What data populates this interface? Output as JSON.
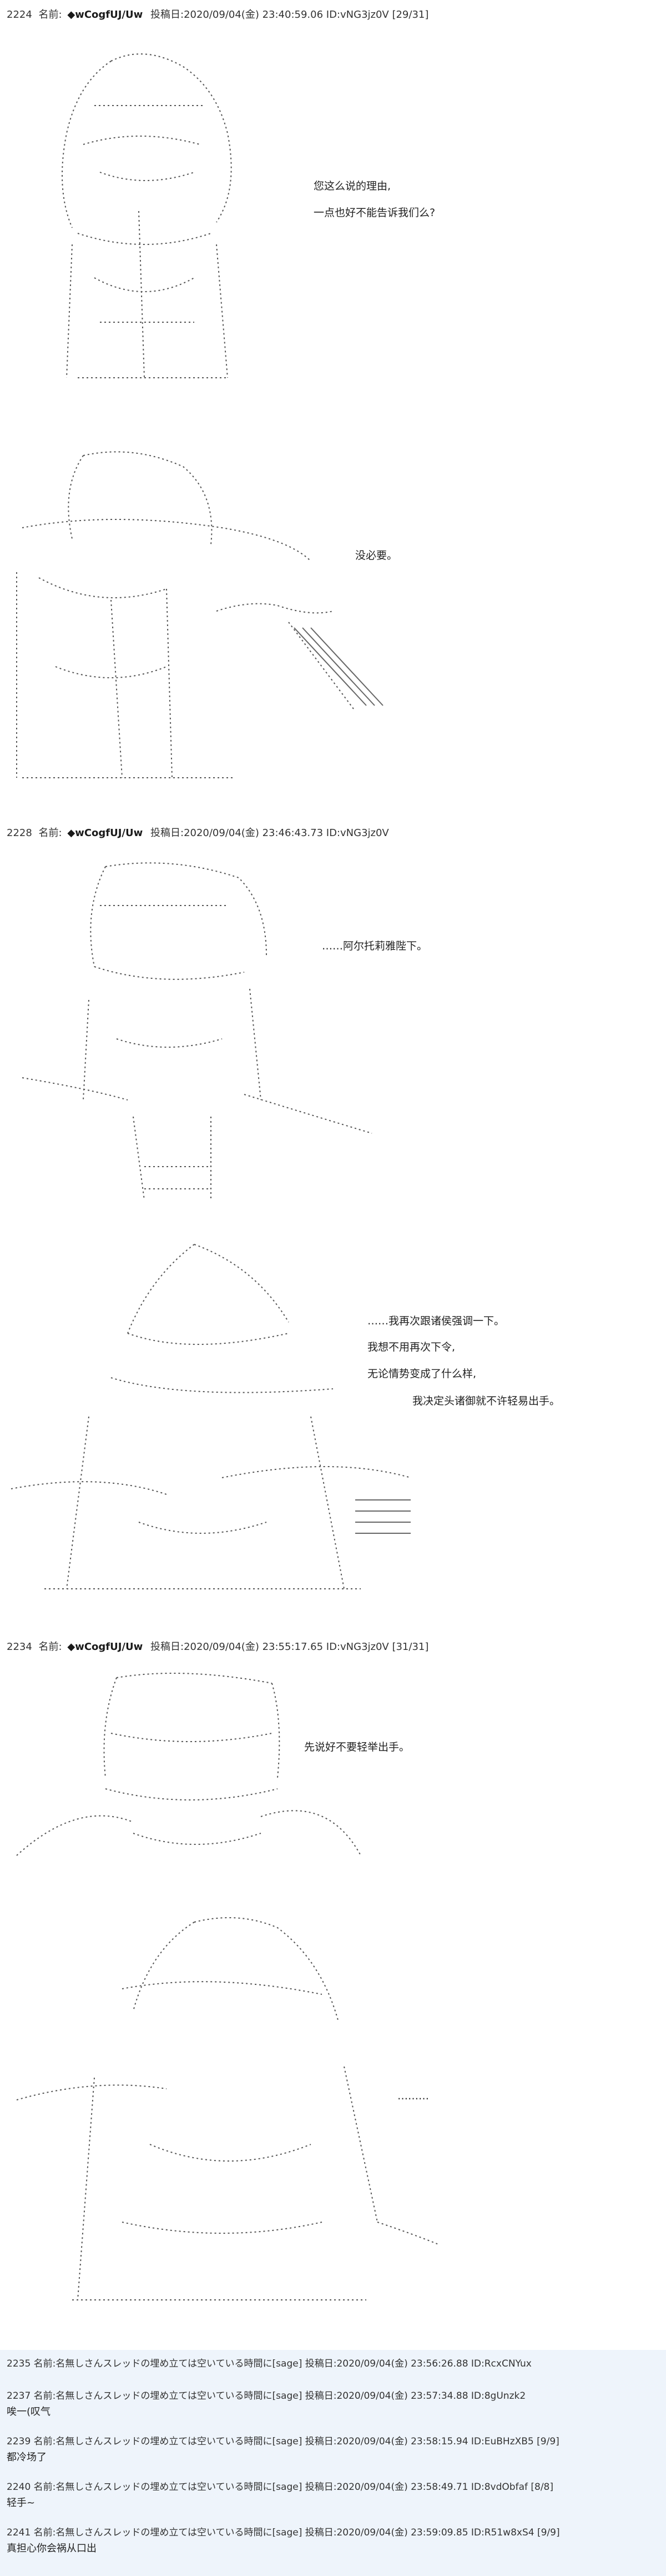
{
  "posts": [
    {
      "num": "2224",
      "label": "名前:",
      "name": "◆wCogfUJ/Uw",
      "meta": "投稿日:2020/09/04(金) 23:40:59.06 ID:vNG3jz0V [29/31]",
      "dialogs": [
        "您这么说的理由,",
        "一点也好不能告诉我们么?",
        "没必要。"
      ]
    },
    {
      "num": "2228",
      "label": "名前:",
      "name": "◆wCogfUJ/Uw",
      "meta": "投稿日:2020/09/04(金) 23:46:43.73 ID:vNG3jz0V",
      "dialogs": [
        "……阿尔托莉雅陛下。",
        "……我再次跟诸侯强调一下。",
        "我想不用再次下令,",
        "无论情势变成了什么样,",
        "我决定头诸御就不许轻易出手。"
      ]
    },
    {
      "num": "2234",
      "label": "名前:",
      "name": "◆wCogfUJ/Uw",
      "meta": "投稿日:2020/09/04(金) 23:55:17.65 ID:vNG3jz0V [31/31]",
      "dialogs": [
        "先说好不要轻举出手。",
        "………"
      ]
    }
  ],
  "comments": [
    {
      "num": "2235",
      "header": "名前:名無しさんスレッドの埋め立ては空いている時間に[sage] 投稿日:2020/09/04(金) 23:56:26.88 ID:RcxCNYux",
      "body": ""
    },
    {
      "num": "2237",
      "header": "名前:名無しさんスレッドの埋め立ては空いている時間に[sage] 投稿日:2020/09/04(金) 23:57:34.88 ID:8gUnzk2",
      "body": "唉一(叹气"
    },
    {
      "num": "2239",
      "header": "名前:名無しさんスレッドの埋め立ては空いている時間に[sage] 投稿日:2020/09/04(金) 23:58:15.94 ID:EuBHzXB5 [9/9]",
      "body": "都冷场了"
    },
    {
      "num": "2240",
      "header": "名前:名無しさんスレッドの埋め立ては空いている時間に[sage] 投稿日:2020/09/04(金) 23:58:49.71 ID:8vdObfaf [8/8]",
      "body": "轻手~"
    },
    {
      "num": "2241",
      "header": "名前:名無しさんスレッドの埋め立ては空いている時間に[sage] 投稿日:2020/09/04(金) 23:59:09.85 ID:R51w8xS4 [9/9]",
      "body": "真担心你会祸从口出"
    }
  ]
}
